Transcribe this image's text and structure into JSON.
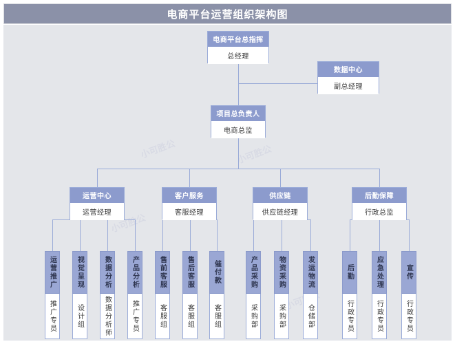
{
  "header": {
    "title": "电商平台运营组织架构图"
  },
  "watermarks": [
    "小可胜公",
    "小可胜公",
    "小可胜公",
    "小可胜公"
  ],
  "chart_data": {
    "type": "orgchart",
    "title": "电商平台运营组织架构图"
  },
  "nodes": {
    "top": {
      "header": "电商平台总指挥",
      "body": "总经理"
    },
    "side": {
      "header": "数据中心",
      "body": "副总经理"
    },
    "second": {
      "header": "项目总负责人",
      "body": "电商总监"
    }
  },
  "departments": [
    {
      "header": "运营中心",
      "body": "运营经理",
      "children": [
        {
          "header": "运营推广",
          "body": "推广专员"
        },
        {
          "header": "视觉呈现",
          "body": "设计组"
        },
        {
          "header": "数据分析",
          "body": "数据分析师"
        },
        {
          "header": "产品分析",
          "body": "推广专员"
        }
      ]
    },
    {
      "header": "客户服务",
      "body": "客服经理",
      "children": [
        {
          "header": "售前客服",
          "body": "客服组"
        },
        {
          "header": "售后客服",
          "body": "客服组"
        },
        {
          "header": "催付款",
          "body": "客服组"
        }
      ]
    },
    {
      "header": "供应链",
      "body": "供应链经理",
      "children": [
        {
          "header": "产品采购",
          "body": "采购部"
        },
        {
          "header": "物资采购",
          "body": "采购部"
        },
        {
          "header": "发运物流",
          "body": "仓储部"
        }
      ]
    },
    {
      "header": "后勤保障",
      "body": "行政总监",
      "children": [
        {
          "header": "后勤",
          "body": "行政专员"
        },
        {
          "header": "应急处理",
          "body": "行政专员"
        },
        {
          "header": "宣传",
          "body": "行政专员"
        }
      ]
    }
  ],
  "colors": {
    "title_bar": "#8b91a8",
    "canvas": "#e4e6ea",
    "node_header": "#8c9bcd",
    "leaf_header": "#9aa7d4",
    "connector": "#9aabd8",
    "node_body": "#ffffff"
  }
}
